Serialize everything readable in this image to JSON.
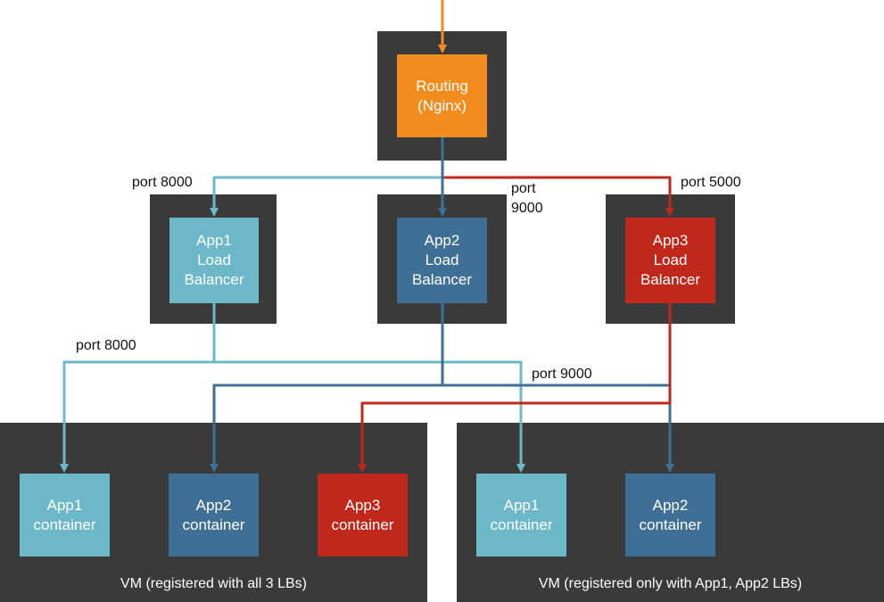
{
  "colors": {
    "frame": "#3a3a3a",
    "routing": "#f28c1e",
    "app1": "#6cb8c9",
    "app2": "#3f6f94",
    "app3": "#c0281b"
  },
  "routing": {
    "label": "Routing\n(Nginx)"
  },
  "load_balancers": [
    {
      "label": "App1\nLoad\nBalancer"
    },
    {
      "label": "App2\nLoad\nBalancer"
    },
    {
      "label": "App3\nLoad\nBalancer"
    }
  ],
  "ports": {
    "routing_to_app1": "port 8000",
    "routing_to_app2": "port\n9000",
    "routing_to_app3": "port 5000",
    "lb_app1": "port 8000",
    "lb_app2": "port 9000"
  },
  "vms": [
    {
      "label": "VM (registered with all 3 LBs)",
      "containers": [
        {
          "label": "App1\ncontainer"
        },
        {
          "label": "App2\ncontainer"
        },
        {
          "label": "App3\ncontainer"
        }
      ]
    },
    {
      "label": "VM (registered only with App1, App2 LBs)",
      "containers": [
        {
          "label": "App1\ncontainer"
        },
        {
          "label": "App2\ncontainer"
        }
      ]
    }
  ]
}
